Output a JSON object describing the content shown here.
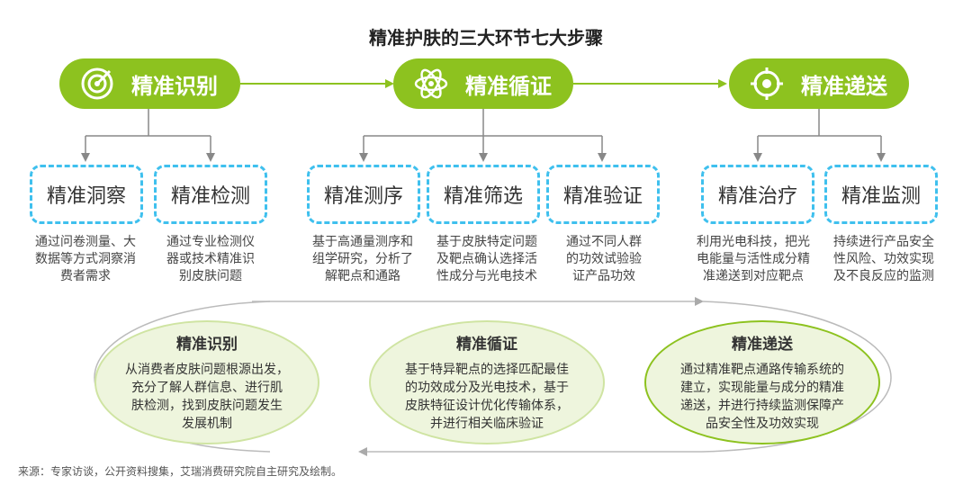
{
  "title": "精准护肤的三大环节七大步骤",
  "stages": [
    {
      "label": "精准识别",
      "icon": "target-icon"
    },
    {
      "label": "精准循证",
      "icon": "atom-icon"
    },
    {
      "label": "精准递送",
      "icon": "crosshair-icon"
    }
  ],
  "steps": [
    {
      "label": "精准洞察",
      "desc": [
        "通过问卷测量、大",
        "数据等方式洞察消",
        "费者需求"
      ]
    },
    {
      "label": "精准检测",
      "desc": [
        "通过专业检测仪",
        "器或技术精准识",
        "别皮肤问题"
      ]
    },
    {
      "label": "精准测序",
      "desc": [
        "基于高通量测序和",
        "组学研究，分析了",
        "解靶点和通路"
      ]
    },
    {
      "label": "精准筛选",
      "desc": [
        "基于皮肤特定问题",
        "及靶点确认选择活",
        "性成分与光电技术"
      ]
    },
    {
      "label": "精准验证",
      "desc": [
        "通过不同人群",
        "的功效试验验",
        "证产品功效"
      ]
    },
    {
      "label": "精准治疗",
      "desc": [
        "利用光电科技，把光",
        "电能量与活性成分精",
        "准递送到对应靶点"
      ]
    },
    {
      "label": "精准监测",
      "desc": [
        "持续进行产品安全",
        "性风险、功效实现",
        "及不良反应的监测"
      ]
    }
  ],
  "summaries": [
    {
      "title": "精准识别",
      "text": [
        "从消费者皮肤问题根源出发，",
        "充分了解人群信息、进行肌",
        "肤检测，找到皮肤问题发生",
        "发展机制"
      ]
    },
    {
      "title": "精准循证",
      "text": [
        "基于特异靶点的选择匹配最佳",
        "的功效成分及光电技术，基于",
        "皮肤特征设计优化传输体系，",
        "并进行相关临床验证"
      ]
    },
    {
      "title": "精准递送",
      "text": [
        "通过精准靶点通路传输系统的",
        "建立，实现能量与成分的精准",
        "递送，并进行持续监测保障产",
        "品安全性及功效实现"
      ]
    }
  ],
  "source": "来源：专家访谈，公开资料搜集，艾瑞消费研究院自主研究及绘制。",
  "colors": {
    "green": "#8dc21f",
    "cyan": "#3fc0ee",
    "oval_fill": "#eef5dd",
    "connector": "#888888"
  }
}
